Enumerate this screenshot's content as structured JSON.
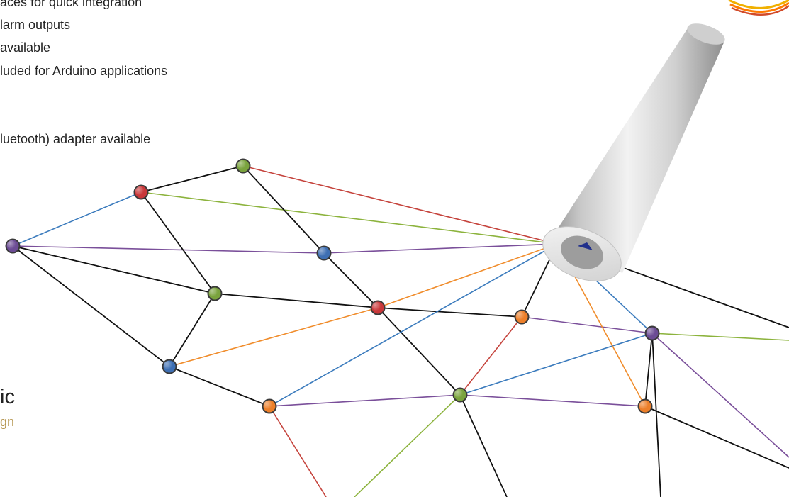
{
  "text": {
    "bullets": [
      "aces for quick integration",
      "larm outputs",
      " available",
      "luded for Arduino applications",
      "luetooth) adapter available"
    ],
    "title_fragment": "ic",
    "subtitle_fragment": "gn"
  },
  "colors": {
    "edge_black": "#111111",
    "edge_blue": "#3b7bbd",
    "edge_green": "#8cb33d",
    "edge_red": "#c5433c",
    "edge_orange": "#f08c2b",
    "edge_purple": "#7a4f9a",
    "node_green": "#7aa33d",
    "node_red": "#c9383a",
    "node_blue": "#3e6fb3",
    "node_orange": "#ec7f2a",
    "node_purple": "#6c4c95",
    "subtitle": "#b59650"
  },
  "network": {
    "nodes": [
      {
        "id": "n1",
        "color": "node_green"
      },
      {
        "id": "n2",
        "color": "node_red"
      },
      {
        "id": "n3",
        "color": "node_purple"
      },
      {
        "id": "n4",
        "color": "node_blue"
      },
      {
        "id": "n5",
        "color": "node_green"
      },
      {
        "id": "n6",
        "color": "node_red"
      },
      {
        "id": "n7",
        "color": "node_orange"
      },
      {
        "id": "n8",
        "color": "node_blue"
      },
      {
        "id": "n9",
        "color": "node_orange"
      },
      {
        "id": "n10",
        "color": "node_green"
      },
      {
        "id": "n11",
        "color": "node_purple"
      },
      {
        "id": "n12",
        "color": "node_orange"
      }
    ],
    "edges": [
      {
        "from": "n2",
        "to": "n1",
        "color": "edge_black"
      },
      {
        "from": "n3",
        "to": "n2",
        "color": "edge_blue"
      },
      {
        "from": "n2",
        "to": "sensor",
        "color": "edge_green"
      },
      {
        "from": "n1",
        "to": "sensor",
        "color": "edge_red"
      },
      {
        "from": "n3",
        "to": "n4",
        "color": "edge_purple"
      },
      {
        "from": "n4",
        "to": "sensor",
        "color": "edge_purple"
      },
      {
        "from": "n1",
        "to": "n4",
        "color": "edge_black"
      },
      {
        "from": "n4",
        "to": "n6",
        "color": "edge_black"
      },
      {
        "from": "n2",
        "to": "n5",
        "color": "edge_black"
      },
      {
        "from": "n3",
        "to": "n5",
        "color": "edge_black"
      },
      {
        "from": "n5",
        "to": "n6",
        "color": "edge_black"
      },
      {
        "from": "n3",
        "to": "n8",
        "color": "edge_black"
      },
      {
        "from": "n5",
        "to": "n8",
        "color": "edge_black"
      },
      {
        "from": "n8",
        "to": "n6",
        "color": "edge_orange"
      },
      {
        "from": "n6",
        "to": "sensor",
        "color": "edge_orange"
      },
      {
        "from": "n6",
        "to": "n7",
        "color": "edge_black"
      },
      {
        "from": "n7",
        "to": "sensor",
        "color": "edge_black"
      },
      {
        "from": "n7",
        "to": "n11",
        "color": "edge_purple"
      },
      {
        "from": "n6",
        "to": "n10",
        "color": "edge_black"
      },
      {
        "from": "n7",
        "to": "n10",
        "color": "edge_red"
      },
      {
        "from": "n8",
        "to": "n9",
        "color": "edge_black"
      },
      {
        "from": "n9",
        "to": "sensor",
        "color": "edge_blue"
      },
      {
        "from": "n9",
        "to": "n10",
        "color": "edge_purple"
      },
      {
        "from": "n10",
        "to": "n11",
        "color": "edge_blue"
      },
      {
        "from": "n11",
        "to": "sensor",
        "color": "edge_blue"
      },
      {
        "from": "n10",
        "to": "n12",
        "color": "edge_purple"
      },
      {
        "from": "n12",
        "to": "sensor",
        "color": "edge_orange"
      },
      {
        "from": "n11",
        "to": "n12",
        "color": "edge_black"
      },
      {
        "from": "n11",
        "to": "offright1",
        "color": "edge_green"
      },
      {
        "from": "sensor",
        "to": "offright2",
        "color": "edge_black"
      },
      {
        "from": "n11",
        "to": "offright3",
        "color": "edge_purple"
      },
      {
        "from": "n12",
        "to": "offright4",
        "color": "edge_black"
      },
      {
        "from": "n9",
        "to": "offbottom1",
        "color": "edge_red"
      },
      {
        "from": "n10",
        "to": "offbottom2",
        "color": "edge_green"
      },
      {
        "from": "n10",
        "to": "offbottom3",
        "color": "edge_black"
      },
      {
        "from": "n11",
        "to": "offbottom4",
        "color": "edge_black"
      }
    ]
  }
}
